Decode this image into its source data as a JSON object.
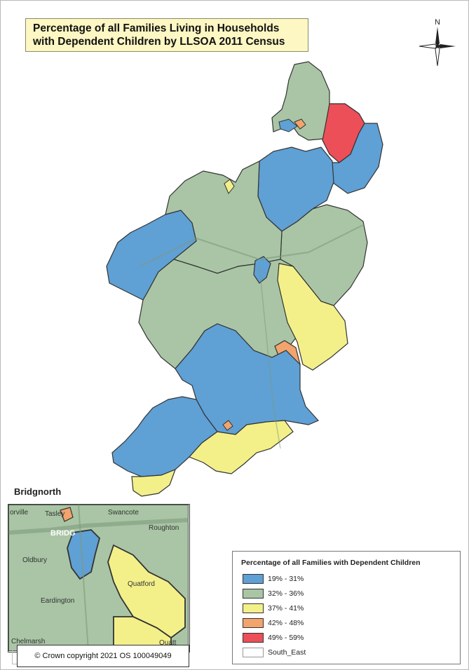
{
  "title": {
    "line1": "Percentage of all Families Living in Households",
    "line2": "with Dependent Children by LLSOA 2011 Census"
  },
  "north_arrow": {
    "label": "N"
  },
  "inset": {
    "title": "Bridgnorth",
    "place_labels": [
      "orville",
      "Tasley",
      "Swancote",
      "Roughton",
      "BRIDG",
      "Oldbury",
      "Quatford",
      "Eardington",
      "Quatt",
      "Chelmarsh"
    ]
  },
  "legend": {
    "title": "Percentage of all Families with Dependent Children",
    "items": [
      {
        "label": "19% - 31%",
        "color": "#5fa0d5"
      },
      {
        "label": "32% - 36%",
        "color": "#a9c5a5"
      },
      {
        "label": "37% - 41%",
        "color": "#f3f08a"
      },
      {
        "label": "42% - 48%",
        "color": "#f2a46c"
      },
      {
        "label": "49% - 59%",
        "color": "#ec4f58"
      },
      {
        "label": "South_East",
        "color": "#ffffff"
      }
    ]
  },
  "copyright": "© Crown copyright 2021 OS 100049049"
}
